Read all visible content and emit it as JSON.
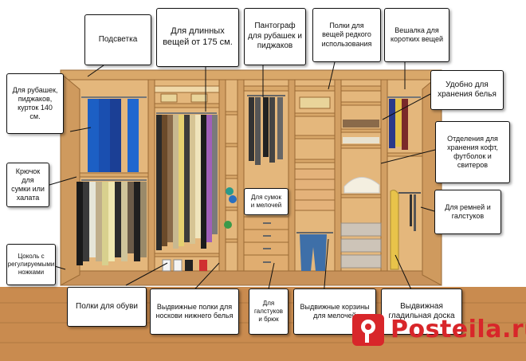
{
  "labels": {
    "backlight": "Подсветка",
    "long_items": "Для  длинных\nвещей  от  175 см.",
    "pantograph": "Пантограф\nдля рубашек и\nпиджаков",
    "rare_shelves": "Полки для\nвещей редкого\nиспользования",
    "short_hanger": "Вешалка для\nкоротких вещей",
    "shirts_jackets": "Для рубашек,\nпиджаков,\nкурток 140\nсм.",
    "linen": "Удобно для\nхранения белья",
    "sweaters": "Отделения для\nхранения кофт,\nфутболок  и\nсвитеров",
    "hook": "Крючок для\nсумки или\nхалата",
    "bags": "Для сумок\nи мелочей",
    "belts": "Для  ремней и\nгалстуков",
    "plinth": "Цоколь с\nрегулируемыми\nножками",
    "shoes": "Полки для обуви",
    "socks": "Выдвижные полки для\nноскови нижнего белья",
    "ties_trousers": "Для\nгалстуков\nи брюк",
    "baskets": "Выдвижные корзины\nдля мелочей",
    "ironing": "Выдвижная\nгладильная доска"
  },
  "watermark": {
    "text": "Posteila.ru",
    "color": "#d8262a"
  },
  "colors": {
    "wood": "#d9a86a",
    "wood_dark": "#b9834a",
    "floor": "#c98b4f"
  }
}
